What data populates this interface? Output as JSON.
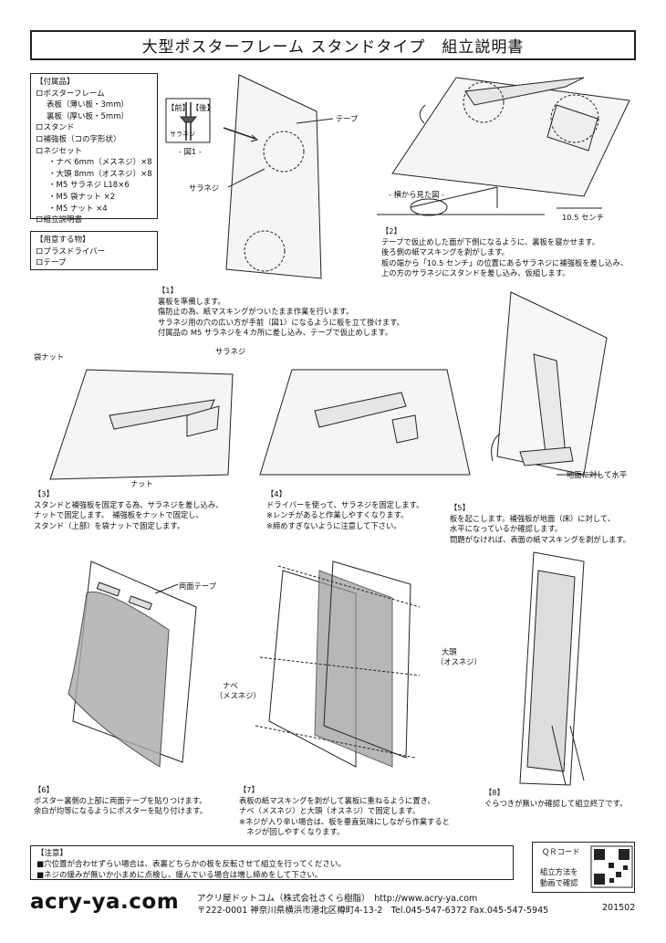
{
  "title": "大型ポスターフレーム スタンドタイプ　組立説明書",
  "parts": {
    "header": "【付属品】",
    "items": [
      "ロポスターフレーム",
      "表板（薄い板・3mm）",
      "裏板（厚い板・5mm）",
      "ロスタンド",
      "ロ補強板（コの字形状）",
      "ロネジセット",
      "・ナベ 6mm（メスネジ）×8",
      "・大頭 8mm（オスネジ）×8",
      "・M5 サラネジ L18×6",
      "・M5 袋ナット ×2",
      "・M5 ナット ×4",
      "ロ組立説明書"
    ]
  },
  "tools": {
    "header": "【用意する物】",
    "items": [
      "ロプラスドライバー",
      "ロテープ"
    ]
  },
  "labels": {
    "front": "【前】",
    "back": "【後】",
    "saraneji_small": "サラネジ",
    "fig1": "- 図1 -",
    "tape": "テープ",
    "saraneji": "サラネジ",
    "side_view": "- 横から見た図 -",
    "cm": "10.5 センチ",
    "fukuro_nut": "袋ナット",
    "saraneji3": "サラネジ",
    "nut": "ナット",
    "level": "地面に対して水平",
    "double_tape": "両面テープ",
    "ogashira": "大頭",
    "osuneji": "（オスネジ）",
    "nabe": "ナベ",
    "mesuneji": "（メスネジ）"
  },
  "steps": {
    "s1": {
      "num": "【1】",
      "lines": [
        "裏板を準備します。",
        "傷防止の為、紙マスキングがついたまま作業を行います。",
        "サラネジ用の穴の広い方が手前（図1）になるように板を立て掛けます。",
        "付属品の M5 サラネジを４カ所に差し込み、テープで仮止めします。"
      ]
    },
    "s2": {
      "num": "【2】",
      "lines": [
        "テープで仮止めした面が下側になるように、裏板を寝かせます。",
        "後ろ側の紙マスキングを剥がします。",
        "板の端から「10.5 センチ」の位置にあるサラネジに補強板を差し込み、",
        "上の方のサラネジにスタンドを差し込み、仮組します。"
      ]
    },
    "s3": {
      "num": "【3】",
      "lines": [
        "スタンドと補強板を固定する為、サラネジを差し込み、",
        "ナットで固定します。　補強板をナットで固定し、",
        "スタンド（上部）を袋ナットで固定します。"
      ]
    },
    "s4": {
      "num": "【4】",
      "lines": [
        "ドライバーを使って、サラネジを固定します。",
        "※レンチがあると作業しやすくなります。",
        "※締めすぎないように注意して下さい。"
      ]
    },
    "s5": {
      "num": "【5】",
      "lines": [
        "板を起こします。補強板が地面（床）に対して、",
        "水平になっているか確認します。",
        "問題がなければ、表面の紙マスキングを剥がします。"
      ]
    },
    "s6": {
      "num": "【6】",
      "lines": [
        "ポスター裏側の上部に両面テープを貼りつけます。",
        "余白が均等になるようにポスターを貼り付けます。"
      ]
    },
    "s7": {
      "num": "【7】",
      "lines": [
        "表板の紙マスキングを剥がして裏板に重ねるように置き、",
        "ナベ（メスネジ）と大頭（オスネジ）で固定します。",
        "※ネジが入り辛い場合は、板を垂直気味にしながら作業すると",
        "　ネジが回しやすくなります。"
      ]
    },
    "s8": {
      "num": "【8】",
      "lines": [
        "ぐらつきが無いか確認して組立終了です。"
      ]
    }
  },
  "notes": {
    "header": "【注意】",
    "lines": [
      "■穴位置が合わせずらい場合は、表裏どちらかの板を反転させて組立を行ってください。",
      "■ネジの緩みが無いか小まめに点検し、緩んでいる場合は増し締めをして下さい。"
    ]
  },
  "qr": {
    "label": "ＱＲコード",
    "line1": "組立方法を",
    "line2": "動画で確認"
  },
  "footer": {
    "logo": "acry-ya.com",
    "company": "アクリ屋ドットコム（株式会社さくら樹脂）　http://www.acry-ya.com",
    "address": "〒222-0001  神奈川県横浜市港北区樽町4-13-2　Tel.045-547-6372  Fax.045-547-5945",
    "code": "201502"
  }
}
